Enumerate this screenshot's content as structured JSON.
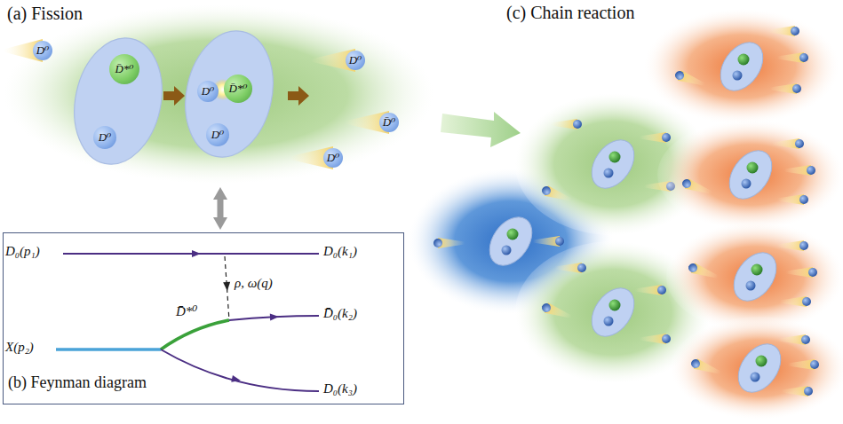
{
  "diagram": {
    "nodes": [
      {
        "text": [
          "(a) Fission"
        ]
      },
      {
        "text": [
          "D⁰"
        ],
        "in": 0
      },
      {
        "text": [
          "D̄*⁰"
        ],
        "in": 0
      },
      {
        "text": [
          "D⁰"
        ],
        "in": 0
      },
      {
        "text": [
          "D⁰"
        ],
        "in": 0
      },
      {
        "text": [
          "D̄*⁰"
        ],
        "in": 0
      },
      {
        "text": [
          "D⁰"
        ],
        "in": 0
      },
      {
        "text": [
          "D⁰"
        ],
        "in": 0
      },
      {
        "text": [
          "D̄⁰"
        ],
        "in": 0
      },
      {
        "text": [
          "D⁰"
        ],
        "in": 0
      },
      {
        "text": [
          "(b) Feynman diagram"
        ]
      }
    ],
    "edges": [
      {
        "from": 0,
        "to": 10,
        "arrow": "both"
      }
    ],
    "labels": [
      "(c) Chain reaction",
      "D₀(p₁)",
      "D₀(k₁)",
      "ρ, ω(q)",
      "D̄*⁰",
      "D̄₀(k₂)",
      "X(p₂)",
      "D₀(k₃)"
    ]
  }
}
